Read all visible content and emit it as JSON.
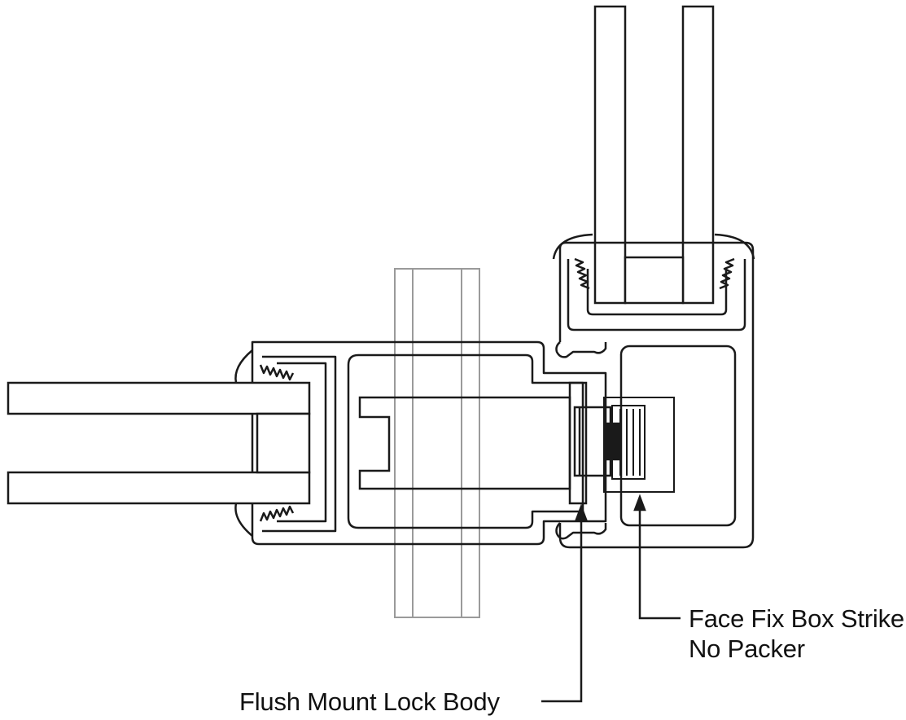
{
  "callouts": {
    "face_fix_strike": {
      "line1": "Face Fix Box Strike",
      "line2": "No Packer"
    },
    "lock_body": {
      "label": "Flush Mount Lock Body"
    }
  },
  "colors": {
    "line": "#1a1a1a",
    "ghost_line": "#9a9a9a",
    "background": "#ffffff"
  }
}
